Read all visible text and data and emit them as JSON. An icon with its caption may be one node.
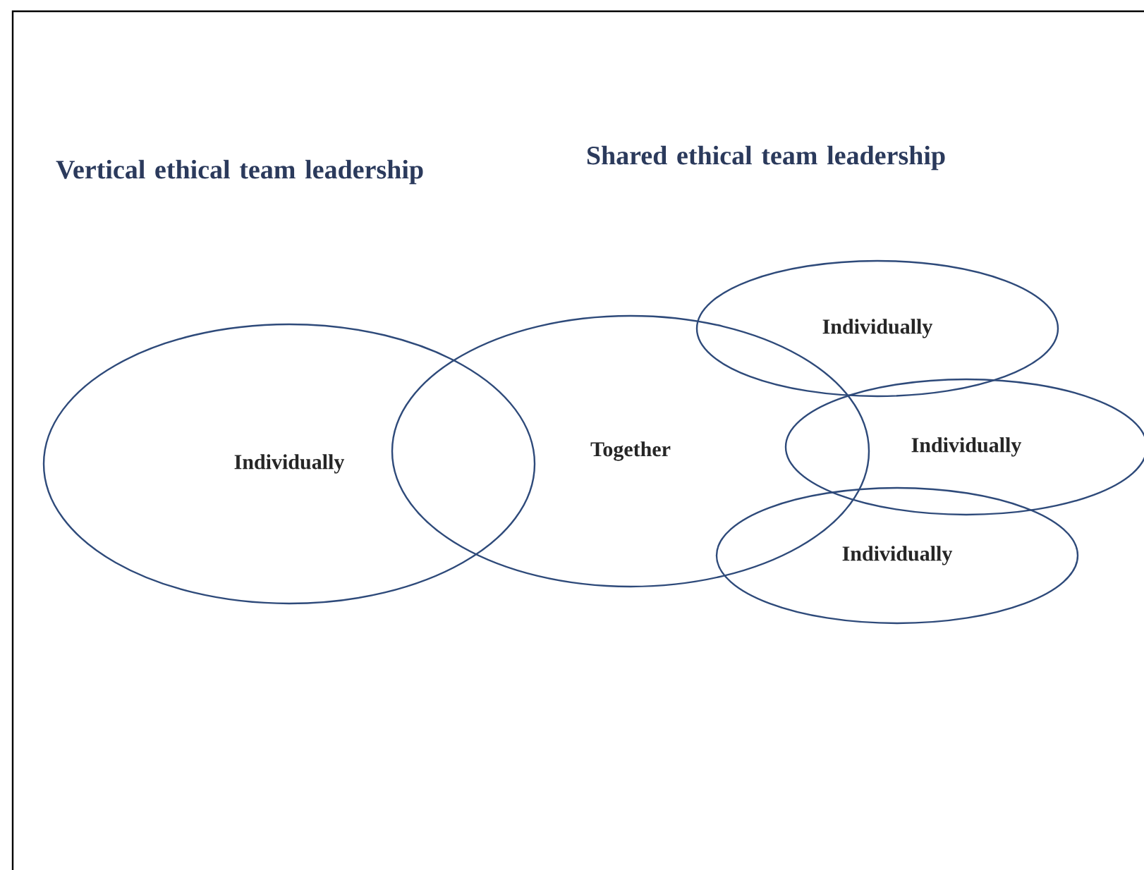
{
  "diagram": {
    "nodes": [
      {
        "text": [
          "Individually"
        ]
      },
      {
        "text": [
          "Together"
        ]
      },
      {
        "text": [
          "Individually"
        ]
      },
      {
        "text": [
          "Individually"
        ]
      },
      {
        "text": [
          "Individually"
        ]
      }
    ],
    "labels": [
      "Vertical ethical team leadership",
      "Shared ethical team leadership"
    ]
  }
}
